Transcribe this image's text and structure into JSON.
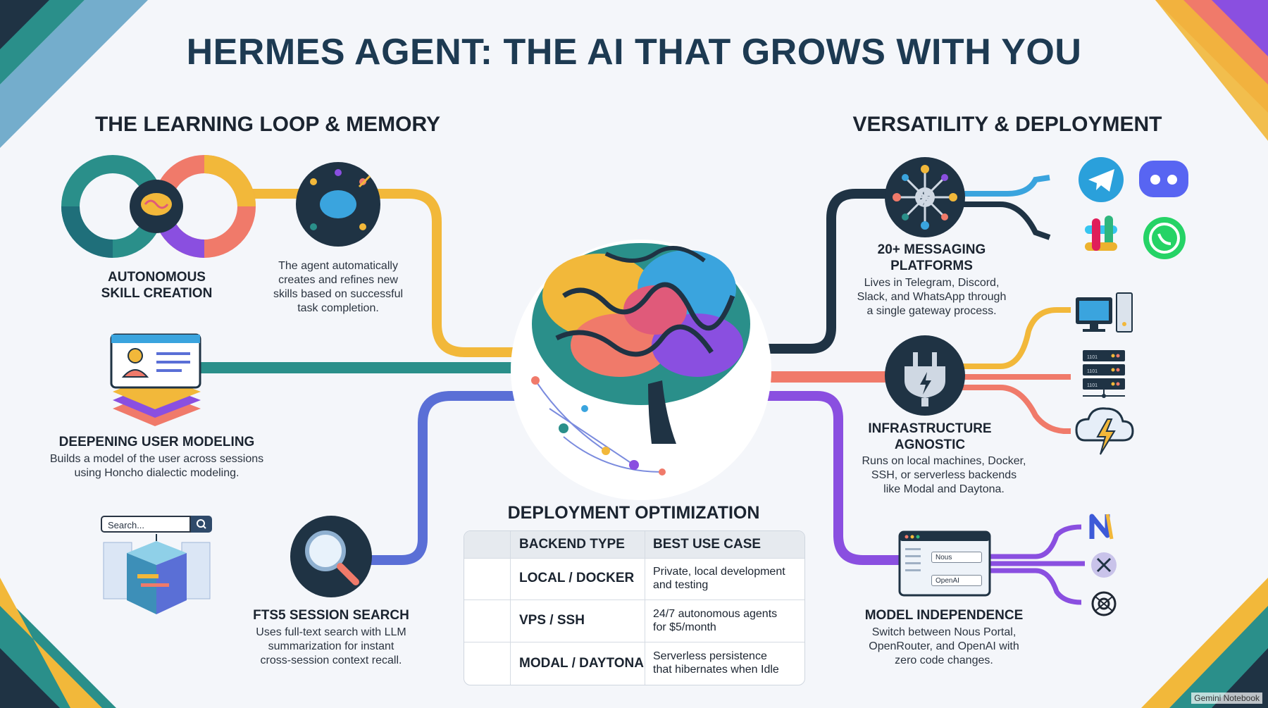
{
  "title": "HERMES AGENT: THE AI THAT GROWS WITH YOU",
  "left_section": {
    "title": "THE LEARNING LOOP & MEMORY",
    "skill_creation": {
      "title_line1": "AUTONOMOUS",
      "title_line2": "SKILL CREATION",
      "desc_lines": [
        "The agent automatically",
        "creates and refines new",
        "skills based on successful",
        "task completion."
      ]
    },
    "user_modeling": {
      "title": "DEEPENING USER MODELING",
      "desc_lines": [
        "Builds a model of the user across sessions",
        "using Honcho dialectic modeling."
      ]
    },
    "session_search": {
      "title": "FTS5 SESSION SEARCH",
      "search_placeholder": "Search...",
      "desc_lines": [
        "Uses full-text search with LLM",
        "summarization for instant",
        "cross-session context recall."
      ]
    }
  },
  "right_section": {
    "title": "VERSATILITY & DEPLOYMENT",
    "messaging": {
      "title_line1": "20+ MESSAGING",
      "title_line2": "PLATFORMS",
      "desc_lines": [
        "Lives in Telegram, Discord,",
        "Slack, and WhatsApp through",
        "a single gateway process."
      ]
    },
    "infrastructure": {
      "title_line1": "INFRASTRUCTURE",
      "title_line2": "AGNOSTIC",
      "desc_lines": [
        "Runs on local machines, Docker,",
        "SSH, or serverless backends",
        "like Modal and Daytona."
      ]
    },
    "model_independence": {
      "title": "MODEL INDEPENDENCE",
      "window_select_1": "Nous",
      "window_select_2": "OpenAI",
      "desc_lines": [
        "Switch between Nous Portal,",
        "OpenRouter, and OpenAI with",
        "zero code changes."
      ]
    }
  },
  "deployment": {
    "title": "DEPLOYMENT OPTIMIZATION",
    "headers": [
      "BACKEND TYPE",
      "BEST USE CASE"
    ],
    "rows": [
      {
        "type": "LOCAL / DOCKER",
        "use_lines": [
          "Private, local development",
          "and testing"
        ]
      },
      {
        "type": "VPS / SSH",
        "use_lines": [
          "24/7 autonomous agents",
          "for $5/month"
        ]
      },
      {
        "type": "MODAL / DAYTONA",
        "use_lines": [
          "Serverless persistence",
          "that hibernates when Idle"
        ]
      }
    ]
  },
  "server_labels": [
    "1101",
    "1101",
    "1101"
  ],
  "watermark": "Gemini Notebook",
  "colors": {
    "title": "#1d3a52",
    "yellow": "#f2b83a",
    "teal": "#2a8f8a",
    "blue": "#5a6fd6",
    "purple": "#8a4fe0",
    "navy": "#1f3344",
    "coral": "#f07a6a",
    "sky": "#3aa4de"
  },
  "icons": [
    "brain-icon",
    "loop-icon",
    "brain-network-icon",
    "profile-card-icon",
    "layers-icon",
    "search-icon",
    "data-cube-icon",
    "magnifier-icon",
    "hub-icon",
    "telegram-icon",
    "discord-icon",
    "slack-icon",
    "whatsapp-icon",
    "plug-icon",
    "desktop-icon",
    "server-icon",
    "cloud-bolt-icon",
    "model-window-icon",
    "nous-icon",
    "openrouter-icon",
    "openai-icon",
    "monitor-icon",
    "cloud-clock-icon"
  ]
}
